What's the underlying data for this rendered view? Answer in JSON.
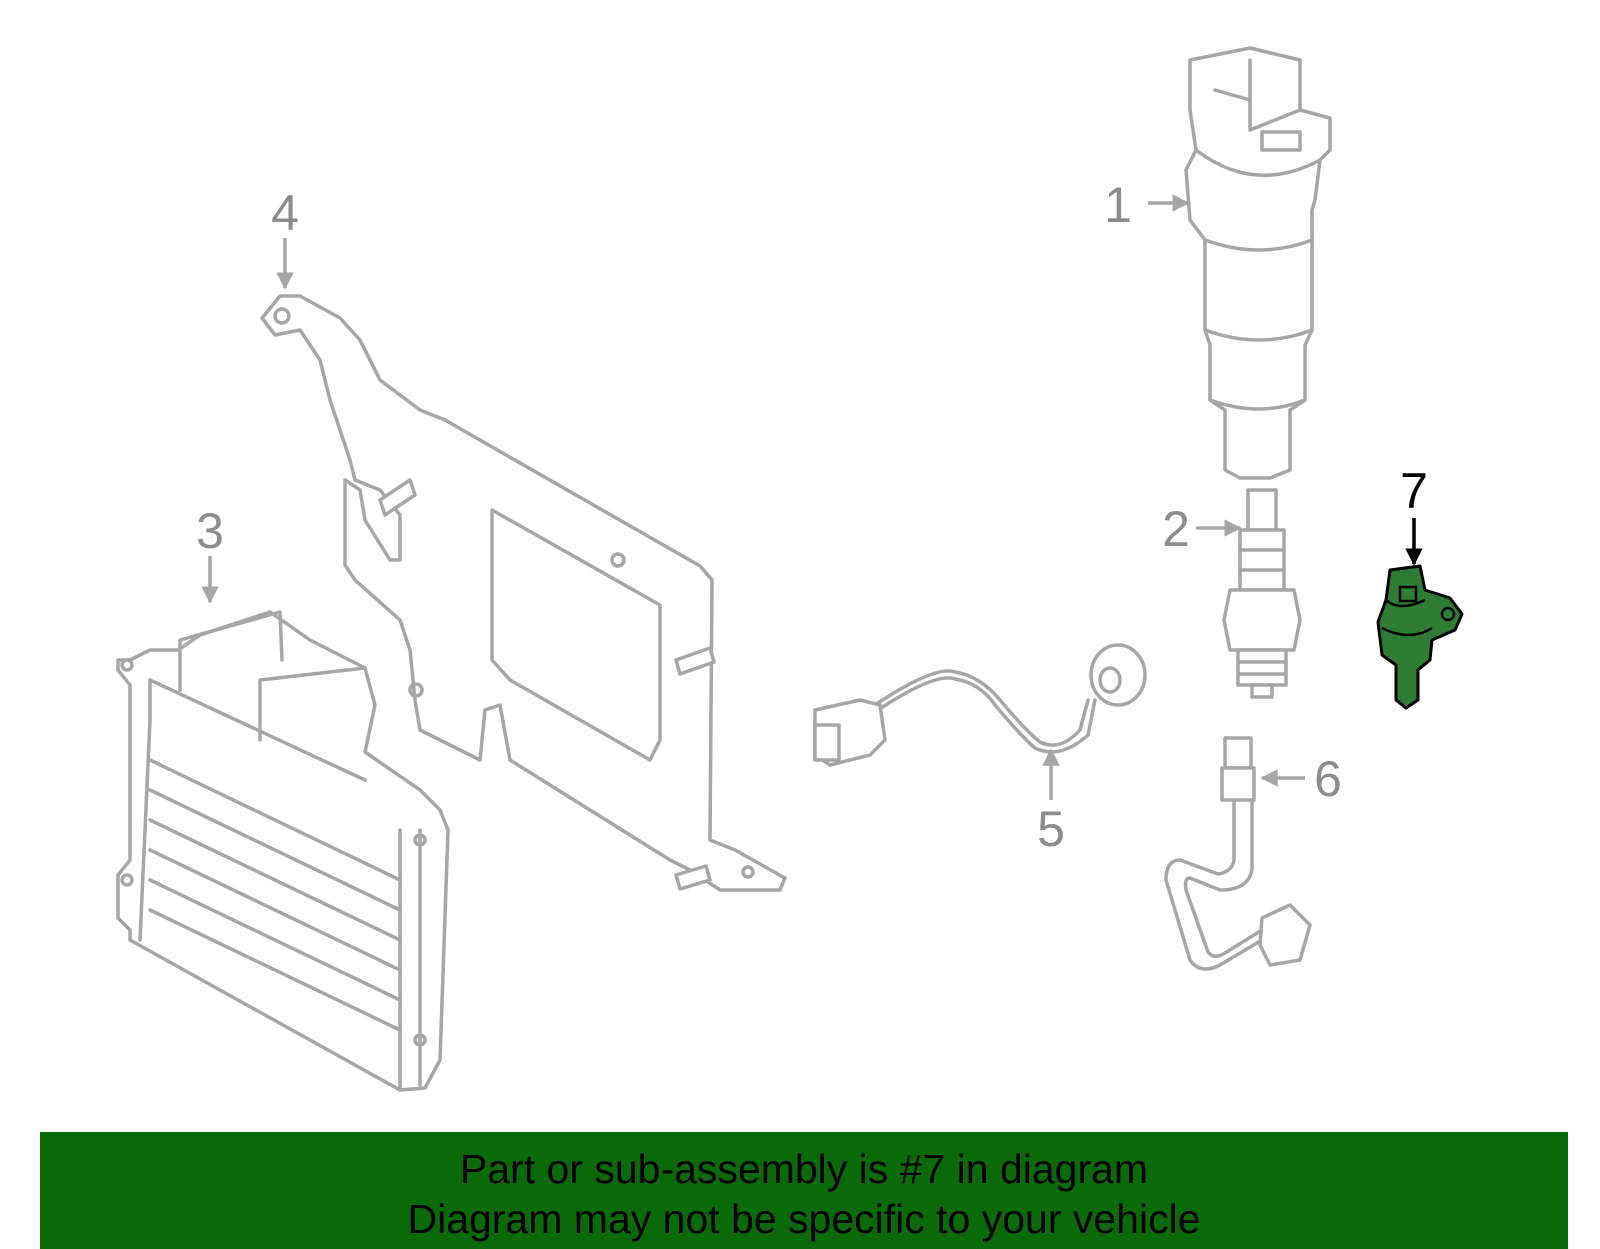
{
  "colors": {
    "part_outline": "#a6a6a6",
    "highlight_fill": "#2e7d32",
    "highlight_stroke": "#000000",
    "banner_background": "#0b6b0b",
    "callout_default": "#8c8c8c",
    "callout_highlight": "#000000"
  },
  "callouts": [
    {
      "id": "1",
      "label": "1"
    },
    {
      "id": "2",
      "label": "2"
    },
    {
      "id": "3",
      "label": "3"
    },
    {
      "id": "4",
      "label": "4"
    },
    {
      "id": "5",
      "label": "5"
    },
    {
      "id": "6",
      "label": "6"
    },
    {
      "id": "7",
      "label": "7",
      "highlighted": true
    }
  ],
  "banner": {
    "line1": "Part or sub-assembly is #7 in diagram",
    "line2": "Diagram may not be specific to your vehicle"
  }
}
